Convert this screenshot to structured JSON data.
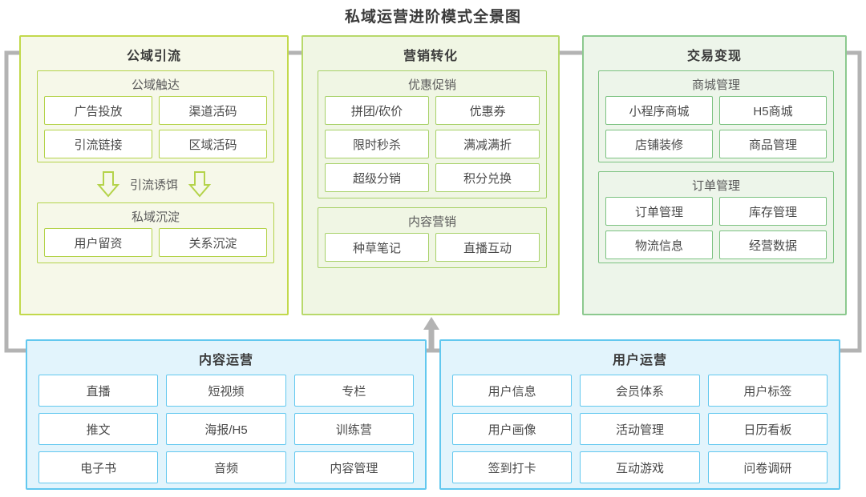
{
  "title": "私域运营进阶模式全景图",
  "colors": {
    "col1_border": "#c2d94c",
    "col1_fill": "#f6f8e9",
    "col2_border": "#b8d96b",
    "col2_fill": "#f0f6e4",
    "col3_border": "#8cc98f",
    "col3_fill": "#edf5ea",
    "blue_border": "#62c8ef",
    "blue_fill": "#e2f4fc",
    "connector": "#b3b3b3"
  },
  "columns": [
    {
      "id": "col1",
      "header": "公域引流",
      "arrow_in": "arrow-right",
      "arrow_out": "line-right",
      "groups": [
        {
          "title": "公域触达",
          "cells": [
            "广告投放",
            "渠道活码",
            "引流链接",
            "区域活码"
          ]
        },
        {
          "title": "私域沉淀",
          "cells": [
            "用户留资",
            "关系沉淀"
          ]
        }
      ],
      "bait": {
        "label": "引流诱饵",
        "left_icon": "down-arrow-icon",
        "right_icon": "down-arrow-icon"
      }
    },
    {
      "id": "col2",
      "header": "营销转化",
      "arrow_in": "arrow-right",
      "arrow_out": "line-right",
      "groups": [
        {
          "title": "优惠促销",
          "cells": [
            "拼团/砍价",
            "优惠券",
            "限时秒杀",
            "满减满折",
            "超级分销",
            "积分兑换"
          ]
        },
        {
          "title": "内容营销",
          "cells": [
            "种草笔记",
            "直播互动"
          ]
        }
      ]
    },
    {
      "id": "col3",
      "header": "交易变现",
      "arrow_in": "arrow-right",
      "arrow_out": "arrow-left",
      "groups": [
        {
          "title": "商城管理",
          "cells": [
            "小程序商城",
            "H5商城",
            "店铺装修",
            "商品管理"
          ]
        },
        {
          "title": "订单管理",
          "cells": [
            "订单管理",
            "库存管理",
            "物流信息",
            "经营数据"
          ]
        }
      ]
    }
  ],
  "bottom": [
    {
      "id": "bot1",
      "header": "内容运营",
      "arrow_in": "arrow-left",
      "cells": [
        "直播",
        "短视频",
        "专栏",
        "推文",
        "海报/H5",
        "训练营",
        "电子书",
        "音频",
        "内容管理"
      ]
    },
    {
      "id": "bot2",
      "header": "用户运营",
      "arrow_in": "arrow-right",
      "cells": [
        "用户信息",
        "会员体系",
        "用户标签",
        "用户画像",
        "活动管理",
        "日历看板",
        "签到打卡",
        "互动游戏",
        "问卷调研"
      ]
    }
  ],
  "connectors": {
    "left_loop": "left-vertical-connector",
    "right_loop": "right-vertical-connector",
    "bottom_rail": "bottom-horizontal-rail",
    "up_arrow_to_marketing": "up-arrow-icon"
  }
}
